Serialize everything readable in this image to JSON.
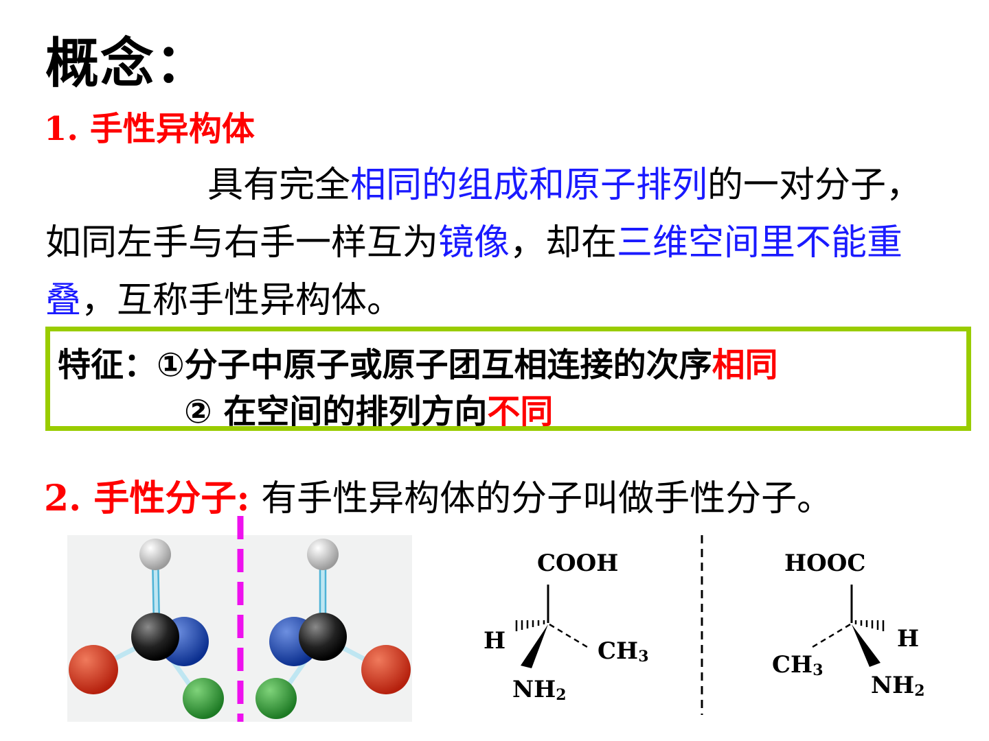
{
  "title": "概念：",
  "section1": {
    "heading": "1.  手性异构体",
    "paragraph": {
      "p1": "具有完全",
      "p2_blue": "相同的组成和原子排列",
      "p3": "的一对分子，如同左手与右手一样互为",
      "p4_blue": "镜像",
      "p5": "，却在",
      "p6_blue": "三维空间里不能重叠",
      "p7": "，互称手性异构体。"
    }
  },
  "features": {
    "line1_prefix": "特征：①分子中原子或原子团互相连接的次序",
    "line1_red": "相同",
    "line2_prefix": "② 在空间的排列方向",
    "line2_red": "不同"
  },
  "section2": {
    "heading": "2.  手性分子:",
    "definition": " 有手性异构体的分子叫做手性分子。"
  },
  "diagram": {
    "left": {
      "top": "COOH",
      "left": "H",
      "right": "CH",
      "right_sub": "3",
      "bottom": "NH",
      "bottom_sub": "2"
    },
    "right": {
      "top": "HOOC",
      "right": "H",
      "left": "CH",
      "left_sub": "3",
      "bottom": "NH",
      "bottom_sub": "2"
    }
  },
  "colors": {
    "accent_red": "#ff0000",
    "accent_blue": "#1a1aff",
    "box_border": "#99cc00",
    "mirror_line": "#ee11ee"
  }
}
